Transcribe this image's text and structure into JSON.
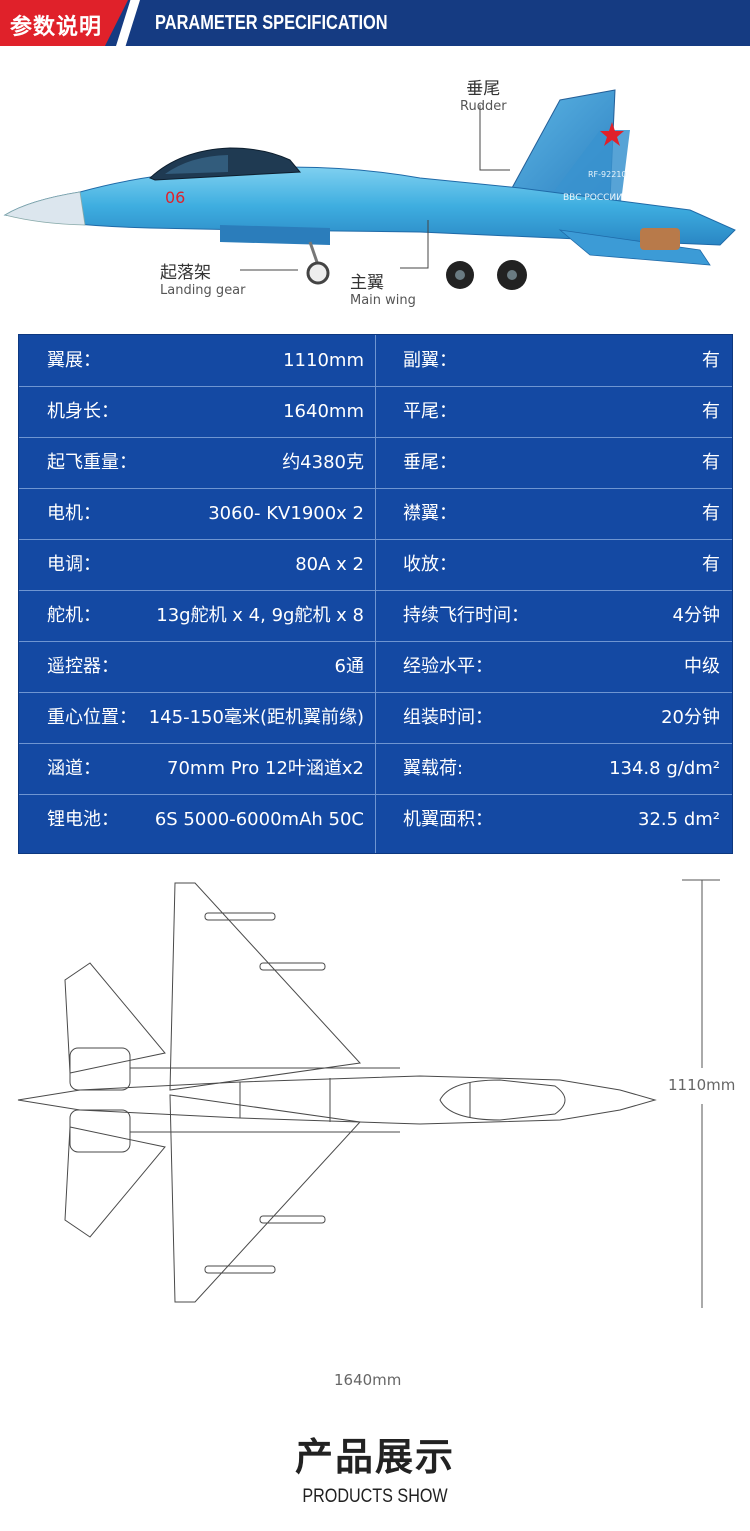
{
  "header": {
    "title_cn": "参数说明",
    "title_en": "PARAMETER SPECIFICATION",
    "colors": {
      "banner": "#153b82",
      "accent": "#e0212a"
    }
  },
  "illustration": {
    "callouts": {
      "rudder_cn": "垂尾",
      "rudder_en": "Rudder",
      "landing_gear_cn": "起落架",
      "landing_gear_en": "Landing gear",
      "main_wing_cn": "主翼",
      "main_wing_en": "Main wing"
    },
    "jet_markings": {
      "number": "06",
      "registration": "RF-92210",
      "tail_text": "BBC POCCИИ"
    }
  },
  "spec_table": {
    "rows": [
      {
        "label1": "翼展：",
        "value1": "1110mm",
        "label2": "副翼：",
        "value2": "有"
      },
      {
        "label1": "机身长：",
        "value1": "1640mm",
        "label2": "平尾：",
        "value2": "有"
      },
      {
        "label1": "起飞重量：",
        "value1": "约4380克",
        "label2": "垂尾：",
        "value2": "有"
      },
      {
        "label1": "电机：",
        "value1": "3060- KV1900x 2",
        "label2": "襟翼：",
        "value2": "有"
      },
      {
        "label1": "电调：",
        "value1": "80A x 2",
        "label2": "收放：",
        "value2": "有"
      },
      {
        "label1": "舵机：",
        "value1": "13g舵机 x 4,  9g舵机 x 8",
        "label2": "持续飞行时间：",
        "value2": "4分钟"
      },
      {
        "label1": "遥控器：",
        "value1": "6通",
        "label2": "经验水平：",
        "value2": "中级"
      },
      {
        "label1": "重心位置：",
        "value1": "145-150毫米(距机翼前缘)",
        "label2": "组装时间：",
        "value2": "20分钟"
      },
      {
        "label1": "涵道：",
        "value1": "70mm Pro 12叶涵道x2",
        "label2": "翼载荷:",
        "value2": "134.8 g/dm²"
      },
      {
        "label1": "锂电池：",
        "value1": "6S 5000-6000mAh 50C",
        "label2": "机翼面积：",
        "value2": "32.5 dm²"
      }
    ]
  },
  "blueprint": {
    "wingspan_label": "1110mm",
    "length_label": "1640mm"
  },
  "footer": {
    "title_cn": "产品展示",
    "title_en": "PRODUCTS SHOW"
  }
}
